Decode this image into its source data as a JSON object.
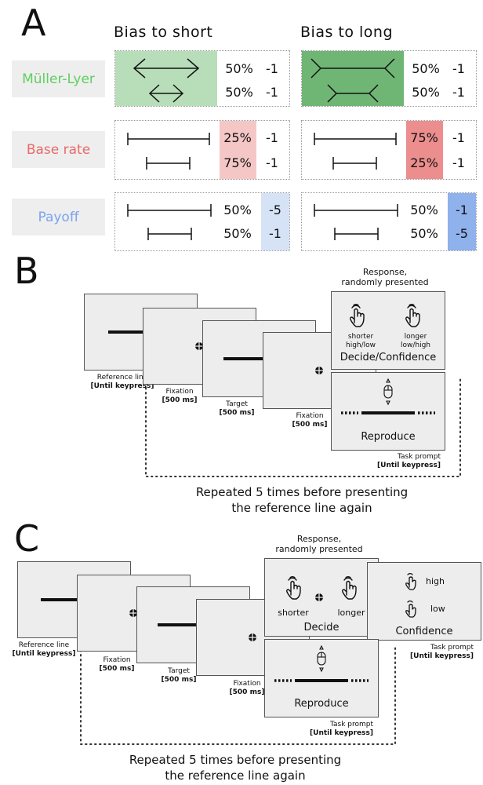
{
  "panel_a": {
    "letter": "A",
    "col_short": "Bias to short",
    "col_long": "Bias to long",
    "rows": [
      {
        "label": "Müller-Lyer",
        "label_color": "#5fcf5f",
        "short": [
          {
            "pct": "50%",
            "val": "-1"
          },
          {
            "pct": "50%",
            "val": "-1"
          }
        ],
        "long": [
          {
            "pct": "50%",
            "val": "-1"
          },
          {
            "pct": "50%",
            "val": "-1"
          }
        ]
      },
      {
        "label": "Base rate",
        "label_color": "#e86a6a",
        "short": [
          {
            "pct": "25%",
            "val": "-1"
          },
          {
            "pct": "75%",
            "val": "-1"
          }
        ],
        "long": [
          {
            "pct": "75%",
            "val": "-1"
          },
          {
            "pct": "25%",
            "val": "-1"
          }
        ]
      },
      {
        "label": "Payoff",
        "label_color": "#7ba4ee",
        "short": [
          {
            "pct": "50%",
            "val": "-5"
          },
          {
            "pct": "50%",
            "val": "-1"
          }
        ],
        "long": [
          {
            "pct": "50%",
            "val": "-1"
          },
          {
            "pct": "50%",
            "val": "-5"
          }
        ]
      }
    ],
    "colors": {
      "ml_short": "#b8deb9",
      "ml_long": "#6fb675",
      "br_light": "#f5c6c6",
      "br_dark": "#ec8e8e",
      "pay_light": "#d6e3f7",
      "pay_dark": "#8fb1ec",
      "label_bg": "#eeeeee"
    }
  },
  "panel_b": {
    "letter": "B",
    "response_header": "Response,\nrandomly presented",
    "shorter": "shorter\nhigh/low",
    "longer": "longer\nlow/high",
    "decide": "Decide/Confidence",
    "reproduce": "Reproduce",
    "cap_ref": "Reference line",
    "cap_ref_t": "[Until keypress]",
    "cap_fix1": "Fixation",
    "cap_fix1_t": "[500 ms]",
    "cap_target": "Target",
    "cap_target_t": "[500 ms]",
    "cap_fix2": "Fixation",
    "cap_fix2_t": "[500 ms]",
    "cap_prompt": "Task prompt",
    "cap_prompt_t": "[Until keypress]",
    "repeated": "Repeated 5 times before presenting\nthe reference line again"
  },
  "panel_c": {
    "letter": "C",
    "response_header": "Response,\nrandomly presented",
    "shorter": "shorter",
    "longer": "longer",
    "decide": "Decide",
    "high": "high",
    "low": "low",
    "confidence": "Confidence",
    "reproduce": "Reproduce",
    "cap_ref": "Reference line",
    "cap_ref_t": "[Until keypress]",
    "cap_fix1": "Fixation",
    "cap_fix1_t": "[500 ms]",
    "cap_target": "Target",
    "cap_target_t": "[500 ms]",
    "cap_fix2": "Fixation",
    "cap_fix2_t": "[500 ms]",
    "cap_prompt1": "Task prompt",
    "cap_prompt1_t": "[Until keypress]",
    "cap_prompt2": "Task prompt",
    "cap_prompt2_t": "[Until keypress]",
    "repeated": "Repeated 5 times before presenting\nthe reference line again"
  }
}
